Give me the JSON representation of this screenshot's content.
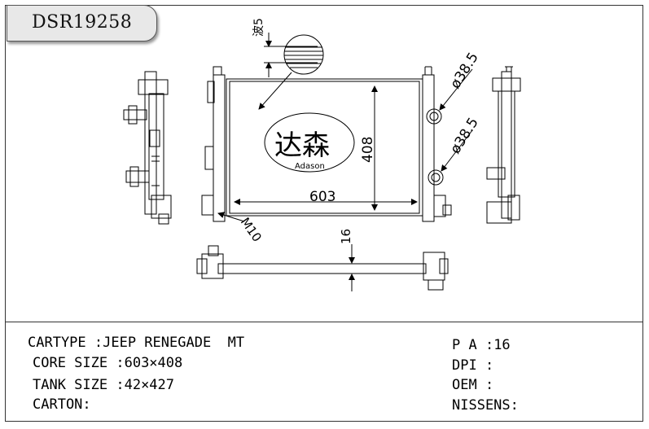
{
  "model_code": "DSR19258",
  "drawing": {
    "dim_width": "603",
    "dim_height": "408",
    "dim_thickness": "16",
    "dim_pipe_top": "ø38.5",
    "dim_pipe_bottom": "ø38.5",
    "dim_thread": "M10",
    "dim_wave": "波5",
    "logo_text": "达森",
    "logo_sub": "Adason"
  },
  "specs_left": [
    {
      "label": "CARTYPE :",
      "value": "JEEP RENEGADE  MT"
    },
    {
      "label": "CORE SIZE :",
      "value": "603×408"
    },
    {
      "label": "TANK SIZE :",
      "value": "42×427"
    },
    {
      "label": "CARTON:",
      "value": ""
    }
  ],
  "specs_right": [
    {
      "label": "P A :",
      "value": "16"
    },
    {
      "label": "DPI :",
      "value": ""
    },
    {
      "label": "OEM :",
      "value": ""
    },
    {
      "label": "NISSENS:",
      "value": ""
    }
  ]
}
